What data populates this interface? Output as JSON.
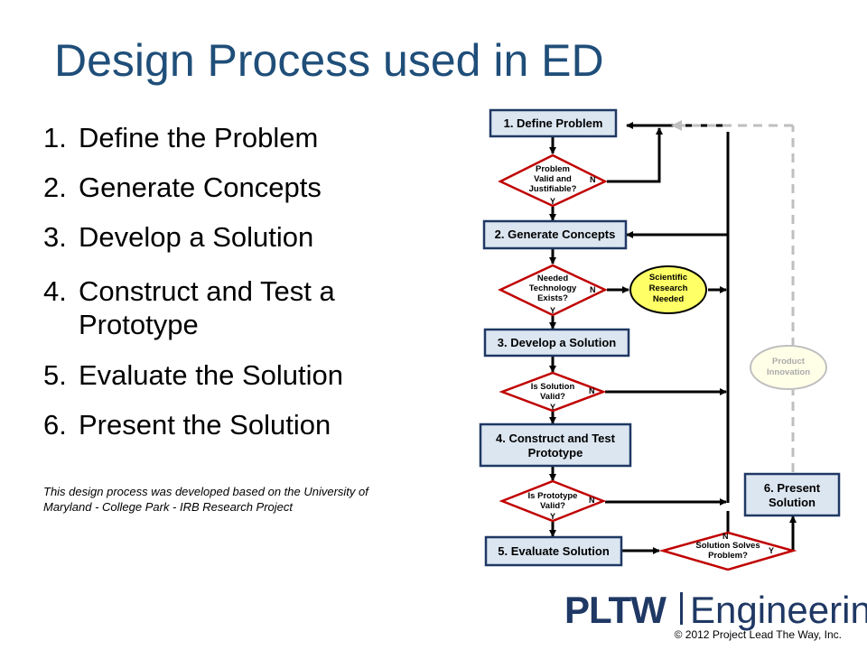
{
  "title": "Design Process used in ED",
  "steps": [
    {
      "num": "1.",
      "text": "Define the Problem"
    },
    {
      "num": "2.",
      "text": "Generate Concepts"
    },
    {
      "num": "3.",
      "text": "Develop a Solution"
    },
    {
      "num": "4.",
      "line1": "Construct and Test a",
      "line2": "Prototype"
    },
    {
      "num": "5.",
      "text": "Evaluate the Solution"
    },
    {
      "num": "6.",
      "text": "Present the Solution"
    }
  ],
  "note": "This design process was developed based on the University of Maryland - College Park - IRB Research Project",
  "flowchart": {
    "boxes": {
      "define": "1. Define Problem",
      "generate": "2. Generate Concepts",
      "develop": "3. Develop a Solution",
      "construct_line1": "4. Construct and Test",
      "construct_line2": "Prototype",
      "evaluate": "5.  Evaluate Solution",
      "present_line1": "6.  Present",
      "present_line2": "Solution"
    },
    "decisions": {
      "d1": [
        "Problem",
        "Valid and",
        "Justifiable?"
      ],
      "d2": [
        "Needed",
        "Technology",
        "Exists?"
      ],
      "d3": [
        "Is Solution",
        "Valid?"
      ],
      "d4": [
        "Is Prototype",
        "Valid?"
      ],
      "d5": [
        "Solution Solves",
        "Problem?"
      ]
    },
    "circles": {
      "research": [
        "Scientific",
        "Research",
        "Needed"
      ],
      "innovation": [
        "Product",
        "Innovation"
      ]
    },
    "yes_label": "Y",
    "no_label": "N",
    "colors": {
      "box_fill": "#dce6f1",
      "box_border": "#1f3864",
      "decision_border": "#c00000",
      "research_fill": "#ffff66",
      "dashed_line": "#bfbfbf"
    }
  },
  "logo": {
    "brand": "PLTW",
    "product": "Engineering"
  },
  "copyright": "© 2012 Project Lead The Way, Inc."
}
